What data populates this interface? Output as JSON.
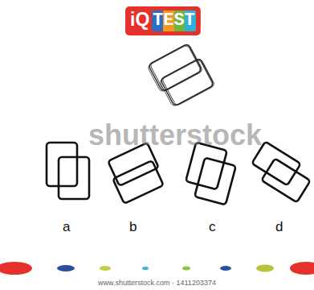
{
  "diagram": {
    "labels": [
      "iQ",
      "TEST",
      "shutterstock",
      "a",
      "b",
      "c",
      "d",
      "www.shutterstock.com · 1411203374"
    ]
  }
}
